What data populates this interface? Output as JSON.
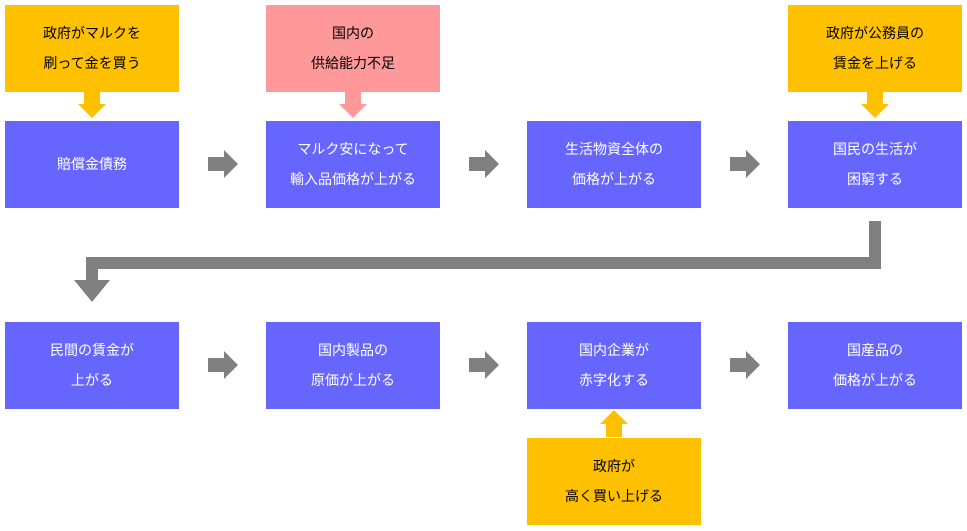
{
  "colors": {
    "main_box": "#6666ff",
    "gov_box": "#ffc000",
    "shortage_box": "#ff9999",
    "flow_arrow": "#808080"
  },
  "top_row": [
    {
      "lines": [
        "賠償金債務"
      ]
    },
    {
      "lines": [
        "マルク安になって",
        "輸入品価格が上がる"
      ]
    },
    {
      "lines": [
        "生活物資全体の",
        "価格が上がる"
      ]
    },
    {
      "lines": [
        "国民の生活が",
        "困窮する"
      ]
    }
  ],
  "bottom_row": [
    {
      "lines": [
        "民間の賃金が",
        "上がる"
      ]
    },
    {
      "lines": [
        "国内製品の",
        "原価が上がる"
      ]
    },
    {
      "lines": [
        "国内企業が",
        "赤字化する"
      ]
    },
    {
      "lines": [
        "国産品の",
        "価格が上がる"
      ]
    }
  ],
  "causes": {
    "gov_buys_mark": {
      "lines": [
        "政府がマルクを",
        "刷って金を買う"
      ]
    },
    "supply_shortage": {
      "lines": [
        "国内の",
        "供給能力不足"
      ]
    },
    "gov_raises_wages": {
      "lines": [
        "政府が公務員の",
        "賃金を上げる"
      ]
    },
    "gov_buys_high": {
      "lines": [
        "政府が",
        "高く買い上げる"
      ]
    }
  }
}
